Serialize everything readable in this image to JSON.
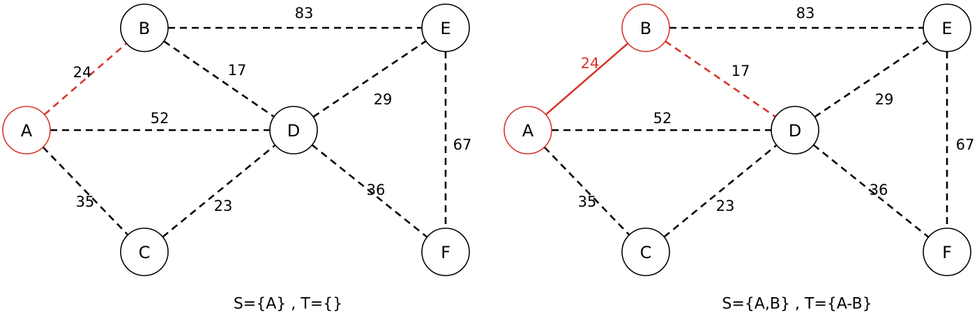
{
  "colors": {
    "highlight": "#d8352a",
    "default": "#000000"
  },
  "panels": [
    {
      "caption": "S={A} , T={}",
      "nodes": [
        {
          "id": "B",
          "label": "B",
          "state": "normal"
        },
        {
          "id": "E",
          "label": "E",
          "state": "normal"
        },
        {
          "id": "A",
          "label": "A",
          "state": "selected"
        },
        {
          "id": "D",
          "label": "D",
          "state": "normal"
        },
        {
          "id": "C",
          "label": "C",
          "state": "normal"
        },
        {
          "id": "F",
          "label": "F",
          "state": "normal"
        }
      ],
      "edges": [
        {
          "from": "B",
          "to": "E",
          "weight": "83",
          "state": "candidate"
        },
        {
          "from": "A",
          "to": "B",
          "weight": "24",
          "state": "highlight-candidate"
        },
        {
          "from": "B",
          "to": "D",
          "weight": "17",
          "state": "candidate"
        },
        {
          "from": "A",
          "to": "D",
          "weight": "52",
          "state": "candidate"
        },
        {
          "from": "D",
          "to": "E",
          "weight": "29",
          "state": "candidate"
        },
        {
          "from": "E",
          "to": "F",
          "weight": "67",
          "state": "candidate"
        },
        {
          "from": "A",
          "to": "C",
          "weight": "35",
          "state": "candidate"
        },
        {
          "from": "C",
          "to": "D",
          "weight": "23",
          "state": "candidate"
        },
        {
          "from": "D",
          "to": "F",
          "weight": "36",
          "state": "candidate"
        }
      ]
    },
    {
      "caption": "S={A,B} , T={A-B}",
      "nodes": [
        {
          "id": "B",
          "label": "B",
          "state": "selected"
        },
        {
          "id": "E",
          "label": "E",
          "state": "normal"
        },
        {
          "id": "A",
          "label": "A",
          "state": "selected"
        },
        {
          "id": "D",
          "label": "D",
          "state": "normal"
        },
        {
          "id": "C",
          "label": "C",
          "state": "normal"
        },
        {
          "id": "F",
          "label": "F",
          "state": "normal"
        }
      ],
      "edges": [
        {
          "from": "B",
          "to": "E",
          "weight": "83",
          "state": "candidate"
        },
        {
          "from": "A",
          "to": "B",
          "weight": "24",
          "state": "chosen"
        },
        {
          "from": "B",
          "to": "D",
          "weight": "17",
          "state": "highlight-candidate"
        },
        {
          "from": "A",
          "to": "D",
          "weight": "52",
          "state": "candidate"
        },
        {
          "from": "D",
          "to": "E",
          "weight": "29",
          "state": "candidate"
        },
        {
          "from": "E",
          "to": "F",
          "weight": "67",
          "state": "candidate"
        },
        {
          "from": "A",
          "to": "C",
          "weight": "35",
          "state": "candidate"
        },
        {
          "from": "C",
          "to": "D",
          "weight": "23",
          "state": "candidate"
        },
        {
          "from": "D",
          "to": "F",
          "weight": "36",
          "state": "candidate"
        }
      ]
    }
  ]
}
